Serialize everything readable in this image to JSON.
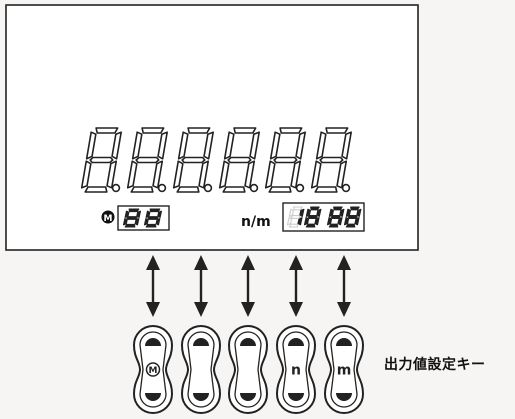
{
  "display": {
    "main_digits": "888888",
    "memory_marker": "M",
    "memory_digits": "88",
    "nm_label": "n/m",
    "nm_digits_left": "18",
    "nm_digits_right": "88"
  },
  "keys": [
    {
      "id": "key-1",
      "symbol": "M"
    },
    {
      "id": "key-2",
      "symbol": ""
    },
    {
      "id": "key-3",
      "symbol": ""
    },
    {
      "id": "key-4",
      "symbol": "n"
    },
    {
      "id": "key-5",
      "symbol": "m"
    }
  ],
  "caption": "出力値設定キー"
}
